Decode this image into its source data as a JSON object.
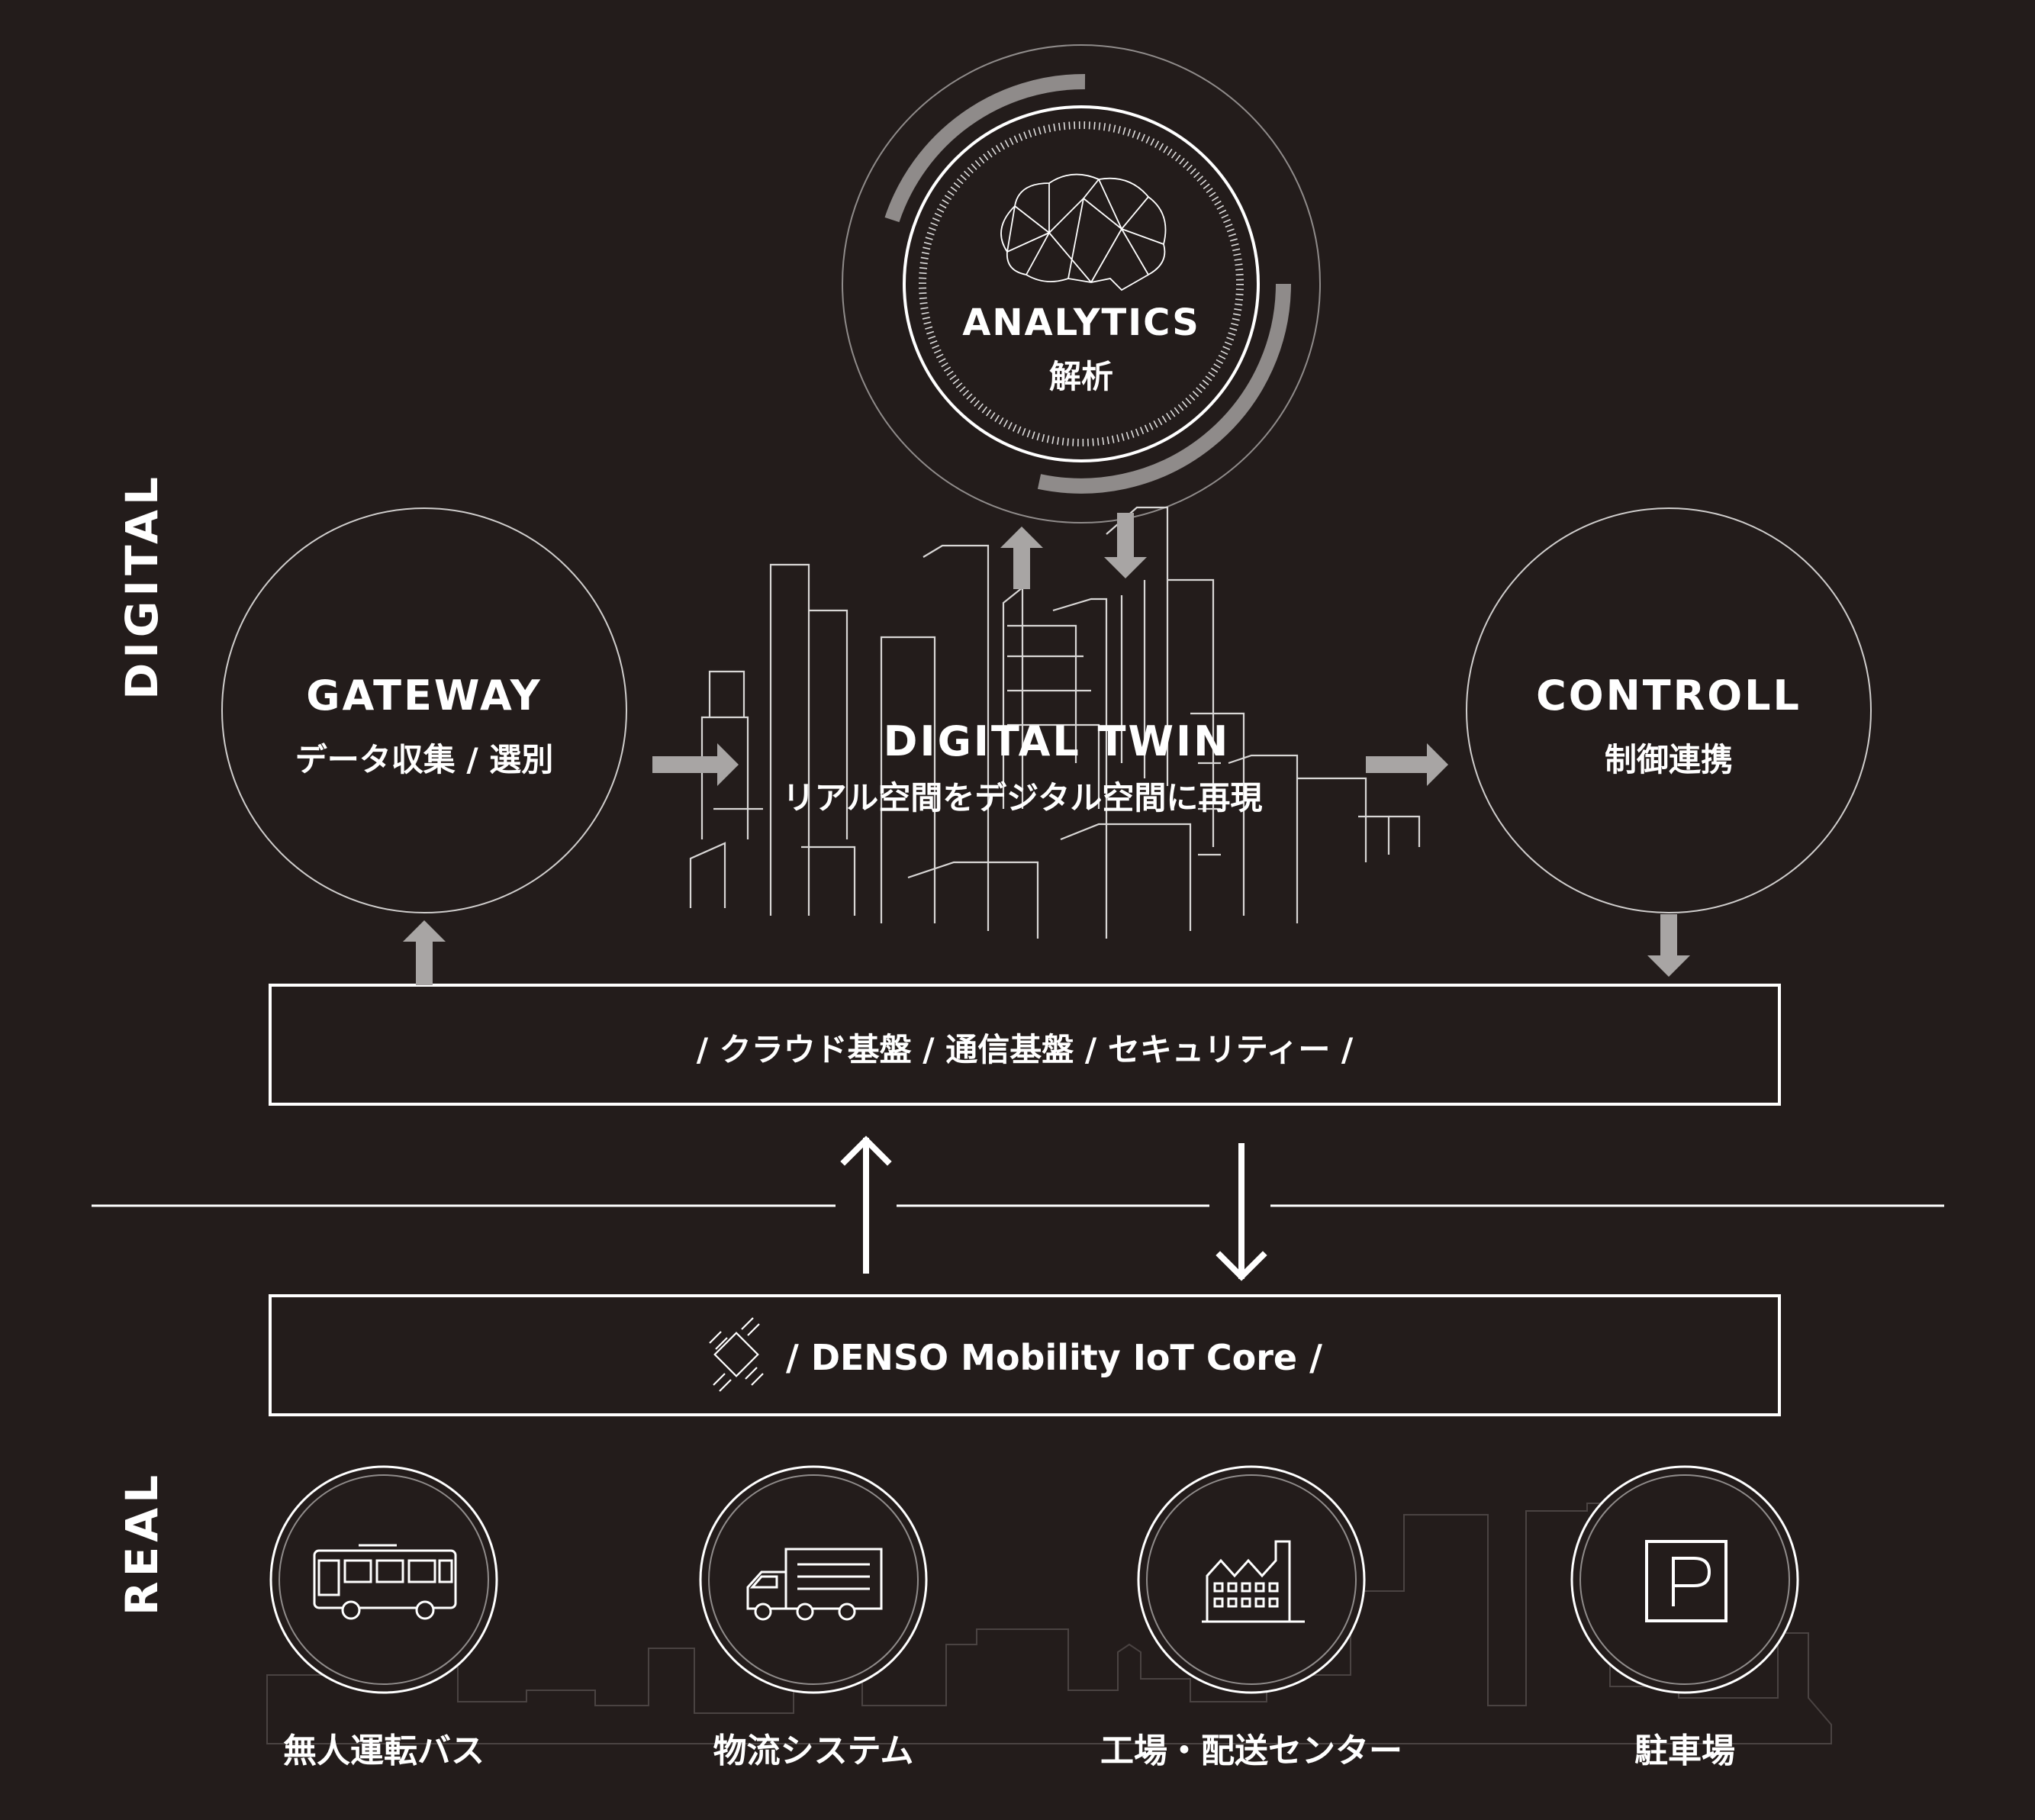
{
  "layers": {
    "digital": "DIGITAL",
    "real": "REAL"
  },
  "analytics": {
    "title": "ANALYTICS",
    "subtitle": "解析"
  },
  "gateway": {
    "title": "GATEWAY",
    "subtitle": "データ収集 / 選別"
  },
  "digital_twin": {
    "title": "DIGITAL TWIN",
    "subtitle": "リアル空間をデジタル空間に再現"
  },
  "control": {
    "title": "CONTROLL",
    "subtitle": "制御連携"
  },
  "platform_bar": {
    "label": "/ クラウド基盤 / 通信基盤 / セキュリティー /"
  },
  "iot_bar": {
    "label": "/ DENSO Mobility IoT Core /",
    "icon": "chip-icon"
  },
  "real_items": [
    {
      "label": "無人運転バス",
      "icon": "bus-icon"
    },
    {
      "label": "物流システム",
      "icon": "truck-icon"
    },
    {
      "label": "工場・配送センター",
      "icon": "factory-icon"
    },
    {
      "label": "駐車場",
      "icon": "parking-icon"
    }
  ],
  "colors": {
    "background": "#231c1b",
    "line": "#ffffff",
    "arrow_gray": "#a8a5a4",
    "ring_gray": "#8f8b8a"
  }
}
